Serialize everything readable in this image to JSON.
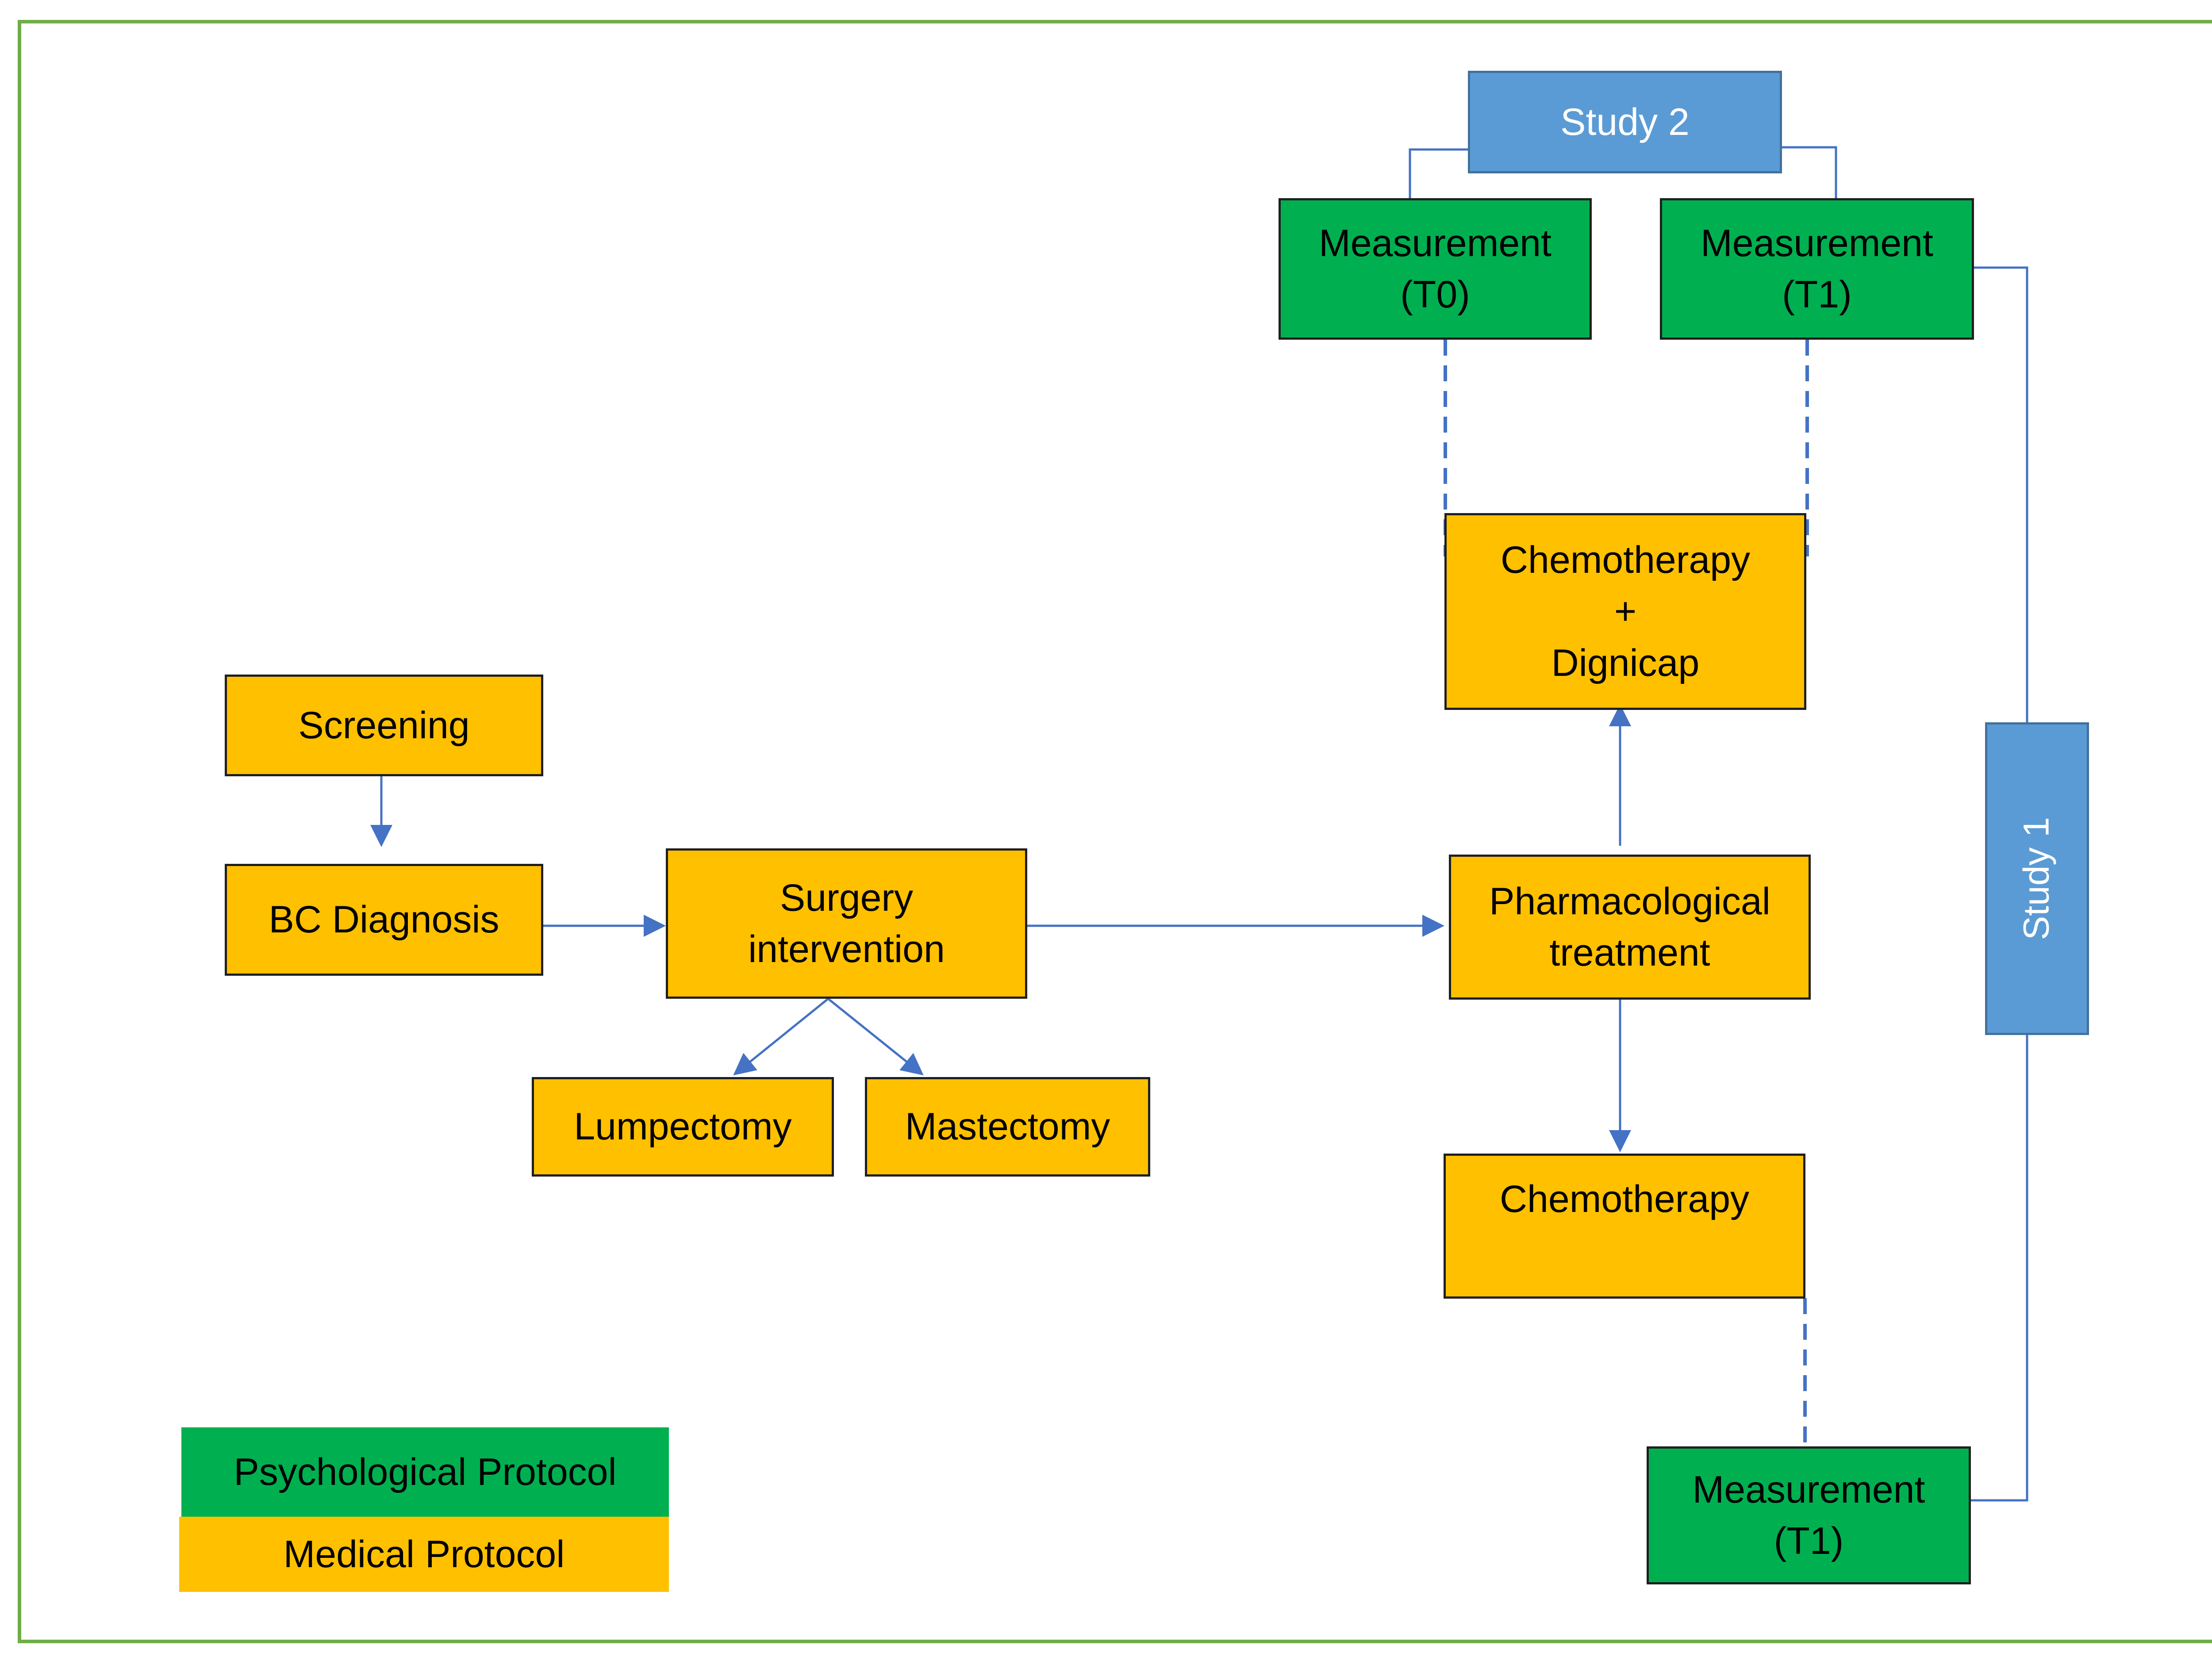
{
  "boxes": {
    "screening": "Screening",
    "bc_diagnosis": "BC Diagnosis",
    "surgery_line1": "Surgery",
    "surgery_line2": "intervention",
    "lumpectomy": "Lumpectomy",
    "mastectomy": "Mastectomy",
    "pharma_line1": "Pharmacological",
    "pharma_line2": "treatment",
    "chemo_dignicap_line1": "Chemotherapy",
    "chemo_dignicap_line2": "+",
    "chemo_dignicap_line3": "Dignicap",
    "chemotherapy": "Chemotherapy",
    "meas_t0_line1": "Measurement",
    "meas_t0_line2": "(T0)",
    "meas_t1_top_line1": "Measurement",
    "meas_t1_top_line2": "(T1)",
    "meas_t1_bottom_line1": "Measurement",
    "meas_t1_bottom_line2": "(T1)",
    "study2": "Study 2",
    "study1": "Study 1"
  },
  "legend": {
    "psychological": "Psychological Protocol",
    "medical": "Medical Protocol"
  },
  "colors": {
    "medical": "#ffc000",
    "psychological": "#00b050",
    "study": "#5b9bd5",
    "connector": "#4472c4",
    "frame": "#70ad47"
  }
}
